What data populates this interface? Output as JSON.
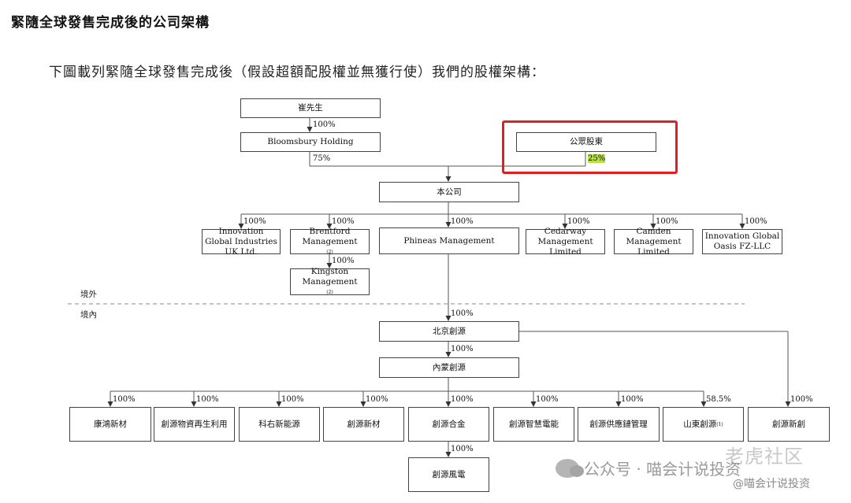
{
  "page_title": "緊隨全球發售完成後的公司架構",
  "intro": "下圖載列緊隨全球發售完成後（假設超額配股權並無獲行使）我們的股權架構：",
  "regions": {
    "offshore": "境外",
    "onshore": "境內"
  },
  "nodes": {
    "cui": "崔先生",
    "bloomsbury": "Bloomsbury Holding",
    "public": "公眾股東",
    "company": "本公司",
    "innovation_uk": "Innovation Global Industries UK Ltd.",
    "brentford": "Brentford Management",
    "kingston": "Kingston Management",
    "phineas": "Phineas Management",
    "cedarway": "Cedarway Management Limited",
    "camden": "Camden Management Limited",
    "oasis": "Innovation Global Oasis FZ-LLC",
    "beijing": "北京創源",
    "neimeng": "內蒙創源",
    "kanghong": "康鴻新材",
    "recycle": "創源物資再生利用",
    "keyou": "科右新能源",
    "xincai": "創源新材",
    "hejin": "創源合金",
    "smart_power": "創源智慧電能",
    "supply_chain": "創源供應鏈管理",
    "shandong": "山東創源",
    "xinchuang": "創源新創",
    "wind": "創源風電"
  },
  "footnote_marks": {
    "brentford": "(2)",
    "kingston": "(2)",
    "shandong": "(1)"
  },
  "percentages": {
    "cui_bloomsbury": "100%",
    "bloomsbury_company": "75%",
    "public_company": "25%",
    "innovation_uk": "100%",
    "brentford": "100%",
    "brentford_kingston": "100%",
    "phineas": "100%",
    "cedarway": "100%",
    "camden": "100%",
    "oasis": "100%",
    "phineas_beijing": "100%",
    "beijing_neimeng": "100%",
    "kanghong": "100%",
    "recycle": "100%",
    "keyou": "100%",
    "xincai": "100%",
    "hejin": "100%",
    "smart_power": "100%",
    "supply_chain": "100%",
    "shandong": "58.5%",
    "xinchuang": "100%",
    "hejin_wind": "100%"
  },
  "colors": {
    "highlight": "#b7e04a",
    "frame": "#e02020",
    "line": "#444444"
  },
  "watermark": {
    "main": "公众号 · 喵会计说投资",
    "corner": "老虎社区",
    "handle": "@喵会计说投资"
  }
}
